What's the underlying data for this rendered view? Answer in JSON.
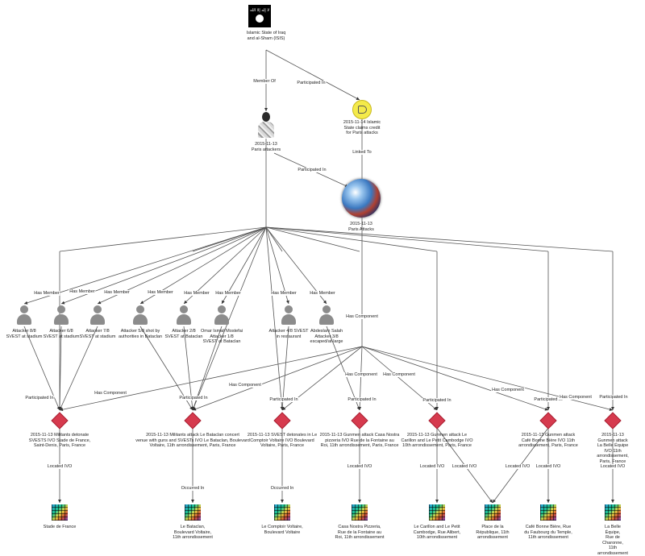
{
  "nodes": {
    "isis": {
      "label": "Islamic State of Iraq\nand al-Sham (ISIS)",
      "icon": "black-flag-icon",
      "flag_text": "لا إله إلا الله"
    },
    "attackers": {
      "label": "2015-11-13\nParis attackers",
      "icon": "attacker-icon"
    },
    "claim": {
      "label": "2015-11-14 Islamic\nState claims credit\nfor Paris attacks",
      "icon": "megaphone-icon"
    },
    "paris": {
      "label": "2015-11-13\nParis Attacks",
      "icon": "globe-icon"
    },
    "persons": [
      {
        "label": "Attacker 8/8\nSVEST at stadium"
      },
      {
        "label": "Attacker 6/8\nSVEST at stadium"
      },
      {
        "label": "Attacker 7/8\nSVEST at stadium"
      },
      {
        "label": "Attacker 5/8 shot by\nauthorities in Bataclan"
      },
      {
        "label": "Attacker 2/8\nSVEST at Bataclan"
      },
      {
        "label": "Omar Ismail Mostefai\nAttacker 1/8\nSVEST at Bataclan"
      },
      {
        "label": "Attacker 4/8 SVEST\nin restaurant"
      },
      {
        "label": "Abdeslam Salah\nAttacker 3/8\nescaped/at-large"
      }
    ],
    "events": [
      {
        "label": "2015-11-13 Militants detonate\nSVESTS IVO Stade de France,\nSaint-Denis, Paris, France"
      },
      {
        "label": "2015-11-13 Militants attack Le Bataclan concert\nvenue with guns and SVESTs IVO Le Bataclan, Boulevard\nVoltaire, 11th arrondissement, Paris, France"
      },
      {
        "label": "2015-11-13 SVEST detonates in Le\nComptoir Voltaire IVO Boulevard\nVoltaire, Paris, France"
      },
      {
        "label": "2015-11-13 Gunmen attack Casa Nostra\npizzeria IVO Rue de la Fontaine au\nRoi, 11th arrondissement, Paris, France"
      },
      {
        "label": "2015-11-13 Gunmen attack Le\nCarillon and Le Petit Cambodge IVO\n10th arrondissement, Paris, France"
      },
      {
        "label": "2015-11-13 Gunmen attack\nCafé Bonne Bière IVO 11th\narrondissement, Paris, France"
      },
      {
        "label": "2015-11-13 Gunmen attack\nLa Belle Équipe IVO 11th\narrondissement, Paris, France"
      }
    ],
    "places": [
      {
        "label": "Stade de France"
      },
      {
        "label": "Le Bataclan,\nBoulevard Voltaire,\n11th arrondissement"
      },
      {
        "label": "Le Comptoir Voltaire,\nBoulevard Voltaire"
      },
      {
        "label": "Casa Nostra Pizzeria,\nRue de la Fontaine au\nRoi, 11th arrondissement"
      },
      {
        "label": "Le Carillon and Le Petit\nCambodge, Rue Alibert,\n10th arrondissement"
      },
      {
        "label": "Place de la\nRépublique, 11th\narrondissement"
      },
      {
        "label": "Café Bonne Bière, Rue\ndu Faubourg du Temple,\n11th arrondissement"
      },
      {
        "label": "La Belle Équipe,\nRue de Charonne,\n11th arrondissement"
      }
    ]
  },
  "edge_labels": {
    "member_of": "Member Of",
    "participated_in": "Participated In",
    "linked_to": "Linked To",
    "has_member": "Has Member",
    "has_component": "Has Component",
    "located_ivo": "Located IVO",
    "occurred_in": "Occurred In"
  },
  "colors": {
    "event": "#d63a4e",
    "person": "#8c8c8c",
    "edge": "#555555",
    "claim": "#f4ea4a"
  }
}
